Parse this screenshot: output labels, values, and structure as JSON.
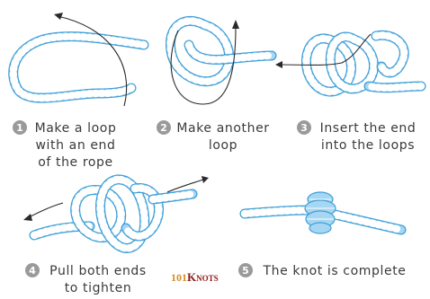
{
  "steps": [
    {
      "number": "1",
      "lines": [
        "Make a loop",
        "with an end",
        "of the rope"
      ]
    },
    {
      "number": "2",
      "lines": [
        "Make another",
        "loop"
      ]
    },
    {
      "number": "3",
      "lines": [
        "Insert the end",
        "into the loops"
      ]
    },
    {
      "number": "4",
      "lines": [
        "Pull both ends",
        "to tighten"
      ]
    },
    {
      "number": "5",
      "lines": [
        "The knot is complete"
      ]
    }
  ],
  "logo": {
    "number": "101",
    "initial": "K",
    "rest": "NOTS"
  },
  "colors": {
    "rope_fill": "#a6d6f2",
    "rope_outline": "#3f9fd8",
    "rope_segment": "#ffffff",
    "badge": "#9a9a9a",
    "caption": "#3a3a3a",
    "arrow": "#2a2a2a",
    "logo_number": "#d08f2c",
    "logo_letters": "#8e1b1b"
  }
}
